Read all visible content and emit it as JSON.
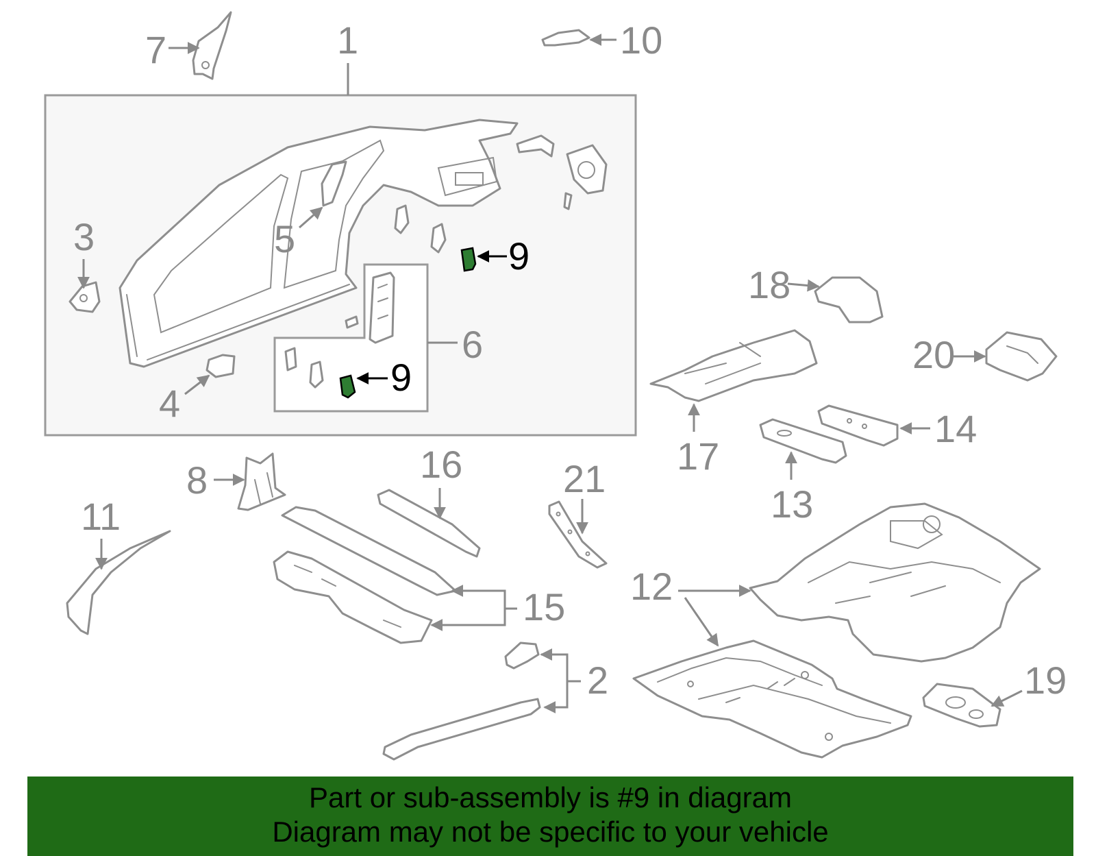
{
  "callouts": {
    "c1": "1",
    "c2": "2",
    "c3": "3",
    "c4": "4",
    "c5": "5",
    "c6": "6",
    "c7": "7",
    "c8": "8",
    "c9a": "9",
    "c9b": "9",
    "c10": "10",
    "c11": "11",
    "c12": "12",
    "c13": "13",
    "c14": "14",
    "c15": "15",
    "c16": "16",
    "c17": "17",
    "c18": "18",
    "c19": "19",
    "c20": "20",
    "c21": "21"
  },
  "highlight": {
    "part_number": "9",
    "color": "#2e7d32",
    "banner_color": "#1f6b16"
  },
  "banner": {
    "line1": "Part or sub-assembly is #9 in diagram",
    "line2": "Diagram may not be specific to your vehicle"
  }
}
